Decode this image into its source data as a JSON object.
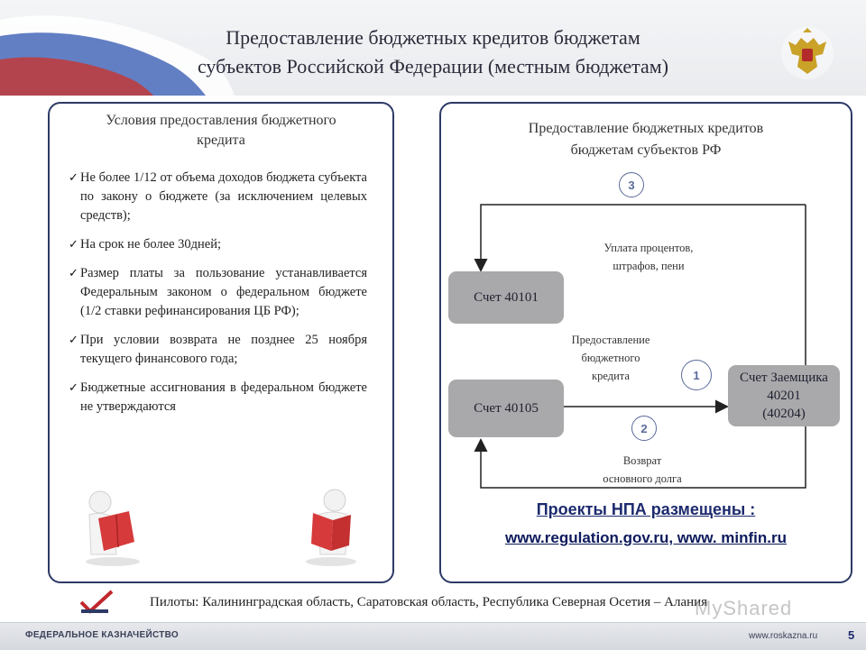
{
  "header": {
    "title_line1": "Предоставление бюджетных кредитов бюджетам",
    "title_line2": "субъектов Российской Федерации (местным бюджетам)",
    "emblem_icon": "double-headed-eagle-emblem"
  },
  "left_panel": {
    "heading_line1": "Условия предоставления бюджетного",
    "heading_line2": "кредита",
    "conditions": [
      "Не более 1/12 от объема доходов бюджета субъекта по закону о бюджете (за исключением целевых средств);",
      "На срок не более 30дней;",
      "Размер платы за пользование устанавливается Федеральным законом о федеральном бюджете (1/2 ставки рефинансирования ЦБ РФ);",
      "При условии возврата не позднее 25 ноября текущего финансового года;",
      "Бюджетные ассигнования в федеральном бюджете не утверждаются"
    ]
  },
  "right_panel": {
    "heading_line1": "Предоставление бюджетных кредитов",
    "heading_line2": "бюджетам субъектов РФ",
    "accounts": {
      "a40101": "Счет 40101",
      "a40105": "Счет 40105",
      "borrower_line1": "Счет Заемщика",
      "borrower_line2": "40201",
      "borrower_line3": "(40204)"
    },
    "badges": {
      "one": "1",
      "two": "2",
      "three": "3"
    },
    "flows": {
      "interest_line1": "Уплата процентов,",
      "interest_line2": "штрафов, пени",
      "credit_line1": "Предоставление",
      "credit_line2": "бюджетного",
      "credit_line3": "кредита",
      "return_line1": "Возврат",
      "return_line2": "основного долга"
    },
    "npa_title": "Проекты НПА размещены :",
    "npa_links": "www.regulation.gov.ru, www. minfin.ru"
  },
  "pilots_text": "Пилоты: Калининградская область, Саратовская область, Республика Северная Осетия – Алания",
  "watermark": "MyShared",
  "footer": {
    "org": "ФЕДЕРАЛЬНОЕ КАЗНАЧЕЙСТВО",
    "url": "www.roskazna.ru",
    "page": "5"
  },
  "colors": {
    "panel_border": "#2d3a66",
    "account_box": "#a9a9ab",
    "link": "#1c2a6e"
  }
}
